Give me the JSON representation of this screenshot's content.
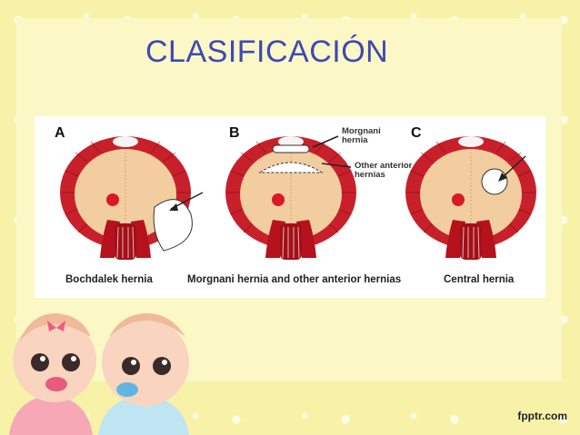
{
  "slide": {
    "title": "CLASIFICACIÓN",
    "footer": "fpptr.com"
  },
  "figure": {
    "panels": [
      {
        "letter": "A",
        "caption": "Bochdalek hernia"
      },
      {
        "letter": "B",
        "caption": "Morgnani hernia and other anterior hernias"
      },
      {
        "letter": "C",
        "caption": "Central hernia"
      }
    ],
    "callouts": {
      "morgnani_line1": "Morgnani",
      "morgnani_line2": "hernia",
      "other_line1": "Other anterior",
      "other_line2": "hernias"
    }
  },
  "colors": {
    "title": "#3d49b5",
    "muscle": "#c8202a",
    "tendon": "#f2cda0",
    "background": "#f8f2a8"
  }
}
